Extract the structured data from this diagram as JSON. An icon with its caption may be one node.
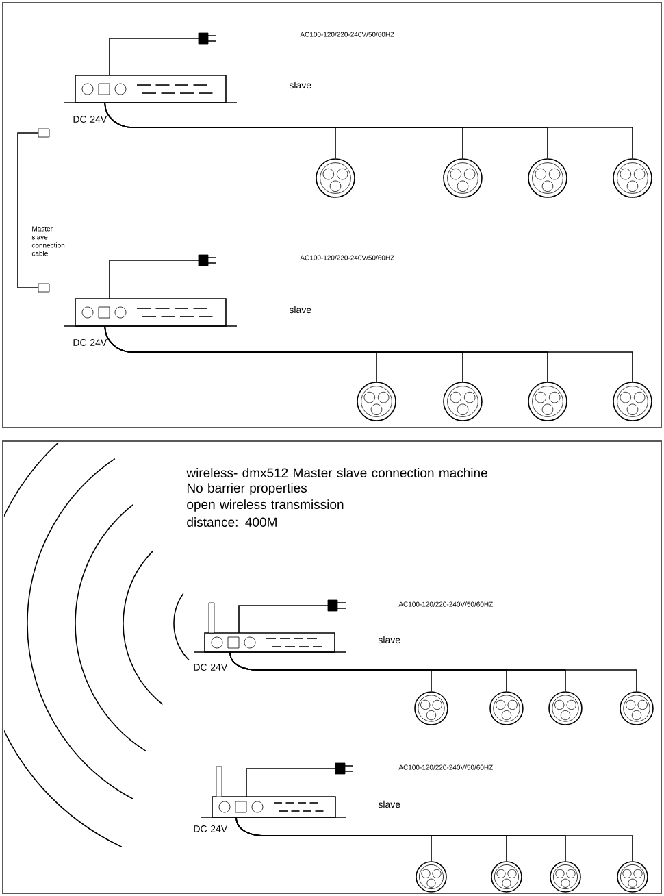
{
  "diagram": {
    "nodes": [
      {
        "text": [],
        "shape": "box"
      },
      {
        "text": [],
        "shape": "circle"
      },
      {
        "text": [],
        "shape": "circle"
      },
      {
        "text": [],
        "shape": "circle"
      },
      {
        "text": [],
        "shape": "circle"
      },
      {
        "text": [],
        "shape": "box"
      },
      {
        "text": [],
        "shape": "circle"
      },
      {
        "text": [],
        "shape": "circle"
      },
      {
        "text": [],
        "shape": "circle"
      },
      {
        "text": [],
        "shape": "circle"
      },
      {
        "text": [],
        "shape": "box"
      },
      {
        "text": [],
        "shape": "circle"
      },
      {
        "text": [],
        "shape": "circle"
      },
      {
        "text": [],
        "shape": "circle"
      },
      {
        "text": [],
        "shape": "circle"
      },
      {
        "text": [],
        "shape": "box"
      },
      {
        "text": [],
        "shape": "circle"
      },
      {
        "text": [],
        "shape": "circle"
      },
      {
        "text": [],
        "shape": "circle"
      },
      {
        "text": [],
        "shape": "circle"
      }
    ],
    "edges": [
      {
        "from": 0,
        "to": 1,
        "arrow": "none"
      },
      {
        "from": 0,
        "to": 2,
        "arrow": "none"
      },
      {
        "from": 0,
        "to": 3,
        "arrow": "none"
      },
      {
        "from": 0,
        "to": 4,
        "arrow": "none"
      },
      {
        "from": 5,
        "to": 6,
        "arrow": "none"
      },
      {
        "from": 5,
        "to": 7,
        "arrow": "none"
      },
      {
        "from": 5,
        "to": 8,
        "arrow": "none"
      },
      {
        "from": 5,
        "to": 9,
        "arrow": "none"
      },
      {
        "from": 10,
        "to": 11,
        "arrow": "none"
      },
      {
        "from": 10,
        "to": 12,
        "arrow": "none"
      },
      {
        "from": 10,
        "to": 13,
        "arrow": "none"
      },
      {
        "from": 10,
        "to": 14,
        "arrow": "none"
      },
      {
        "from": 15,
        "to": 16,
        "arrow": "none"
      },
      {
        "from": 15,
        "to": 17,
        "arrow": "none"
      },
      {
        "from": 15,
        "to": 18,
        "arrow": "none"
      },
      {
        "from": 15,
        "to": 19,
        "arrow": "none"
      }
    ],
    "labels": [
      "AC100-120/220-240V/50/60HZ",
      "slave",
      "DC 24V",
      "Master slave connection cable",
      "AC100-120/220-240V/50/60HZ",
      "slave",
      "DC 24V",
      "wireless- dmx512 Master slave connection machine",
      "No barrier properties",
      "open wireless transmission",
      "distance: 400M",
      "AC100-120/220-240V/50/60HZ",
      "slave",
      "DC 24V",
      "AC100-120/220-240V/50/60HZ",
      "slave",
      "DC 24V"
    ]
  }
}
